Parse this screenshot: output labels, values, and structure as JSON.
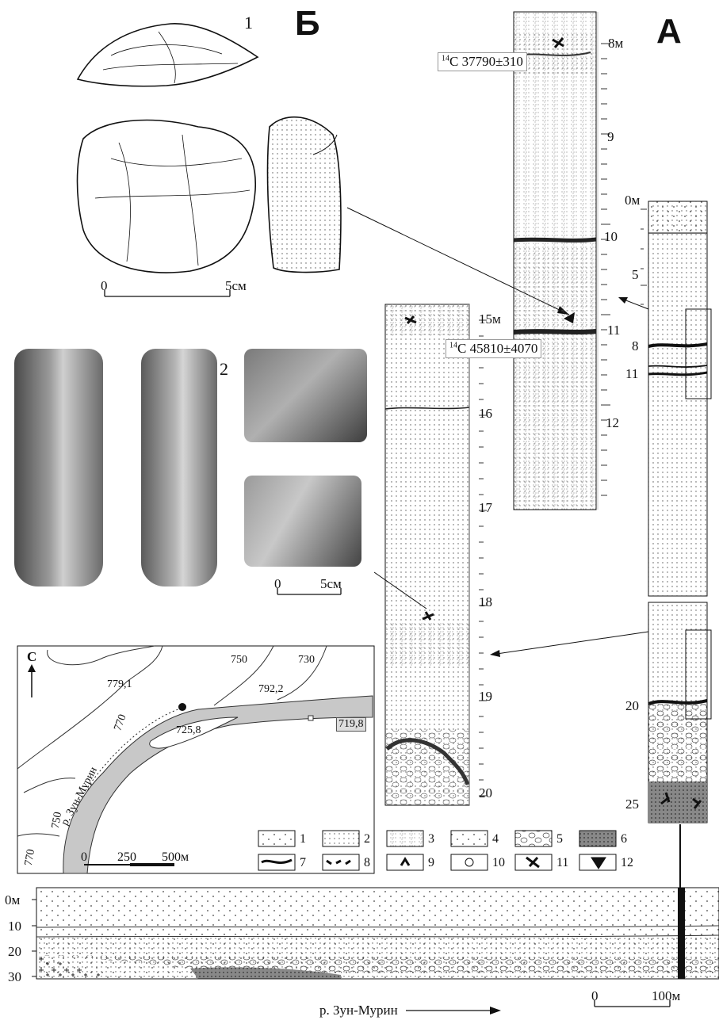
{
  "labels": {
    "panel_b": "Б",
    "panel_a": "А",
    "fig1": "1",
    "fig2": "2"
  },
  "scale_bars": {
    "artifact": {
      "zero": "0",
      "end": "5см"
    },
    "bone": {
      "zero": "0",
      "end": "5см"
    },
    "map": {
      "zero": "0",
      "mid": "250",
      "end": "500м"
    },
    "profile": {
      "zero": "0",
      "end": "100м"
    }
  },
  "dates": [
    {
      "id": "c14-a",
      "sup": "14",
      "text": "C 37790±310"
    },
    {
      "id": "c14-b",
      "sup": "14",
      "text": "C 45810±4070"
    }
  ],
  "column_middle": {
    "ticks": [
      "8м",
      "9",
      "10",
      "11",
      "12"
    ]
  },
  "column_left": {
    "ticks": [
      "15м",
      "16",
      "17",
      "18",
      "19",
      "20"
    ]
  },
  "column_right": {
    "ticks": [
      "0м",
      "5",
      "8",
      "11",
      "20",
      "25"
    ]
  },
  "map": {
    "north": "С",
    "river": "р. Зун-Мурин",
    "elevations": [
      "779,1",
      "792,2",
      "725,8",
      "719,8"
    ],
    "contours": [
      "750",
      "730",
      "770",
      "750",
      "770"
    ]
  },
  "legend": [
    "1",
    "2",
    "3",
    "4",
    "5",
    "6",
    "7",
    "8",
    "9",
    "10",
    "11",
    "12"
  ],
  "profile": {
    "depth_ticks": [
      "0м",
      "10",
      "20",
      "30"
    ],
    "river_label": "р. Зун-Мурин"
  }
}
